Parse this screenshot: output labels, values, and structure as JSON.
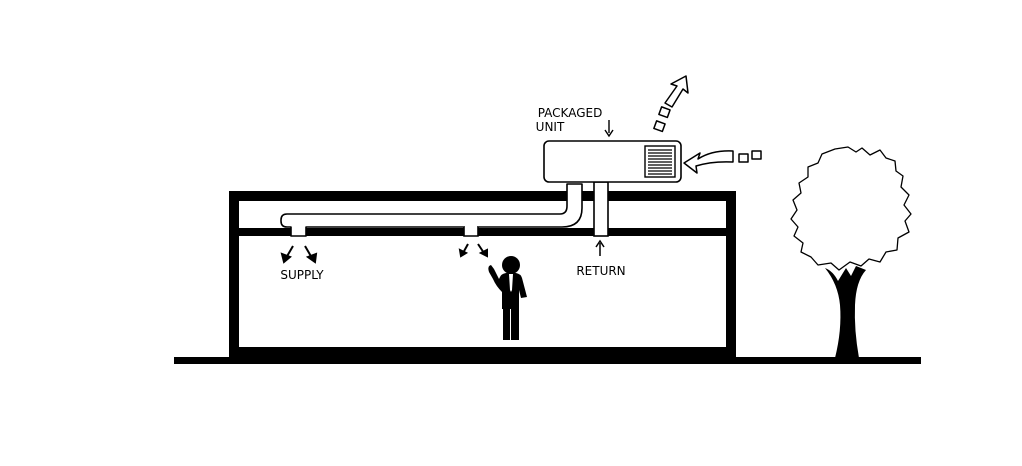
{
  "labels": {
    "packaged_line1": "PACKAGED",
    "packaged_line2": "UNIT",
    "supply": "SUPPLY",
    "return": "RETURN"
  },
  "colors": {
    "ink": "#000000",
    "paper": "#ffffff"
  }
}
